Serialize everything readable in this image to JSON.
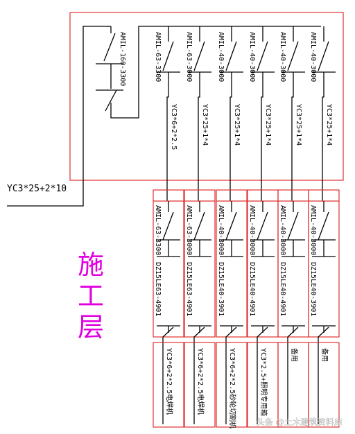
{
  "incoming_cable": "YC3*25+2*10",
  "main_breaker": "AMIL-160-3300",
  "floor_label": [
    "施",
    "工",
    "层"
  ],
  "watermark": "头条 @土木建筑资料库",
  "circuits": [
    {
      "top_breaker": "AMIL-63-3300",
      "cable": "YC3*6+2*2.5",
      "sub_breaker": "AMIL-63-3300",
      "rcd": "DZ15LE63-4901",
      "load": "YC3*6+2*2.5电焊机"
    },
    {
      "top_breaker": "AMIL-63-3000",
      "cable": "YC3*25+1*4",
      "sub_breaker": "AMIL-63-3000",
      "rcd": "DZ15LE63-4901",
      "load": "YC3*6+2*2.5电焊机"
    },
    {
      "top_breaker": "AMIL-40-3000",
      "cable": "YC3*25+1*4",
      "sub_breaker": "AMIL-40-3000",
      "rcd": "DZ15LE40-3901",
      "load": "YC3*6+2*2.5砂轮切割机"
    },
    {
      "top_breaker": "AMIL-40-3000",
      "cable": "YC3*25+1*4",
      "sub_breaker": "AMIL-40-3000",
      "rcd": "DZ15LE40-4901",
      "load": "YC3*2.5+照明专用箱"
    },
    {
      "top_breaker": "AMIL-40-3000",
      "cable": "YC3*25+1*4",
      "sub_breaker": "AMIL-40-3000",
      "rcd": "DZ15LE40-4901",
      "load": "备用"
    },
    {
      "top_breaker": "AMIL-40-3000",
      "cable": "YC3*25+1*4",
      "sub_breaker": "AMIL-40-3000",
      "rcd": "DZ15LE40-3901",
      "load": "备用"
    }
  ]
}
